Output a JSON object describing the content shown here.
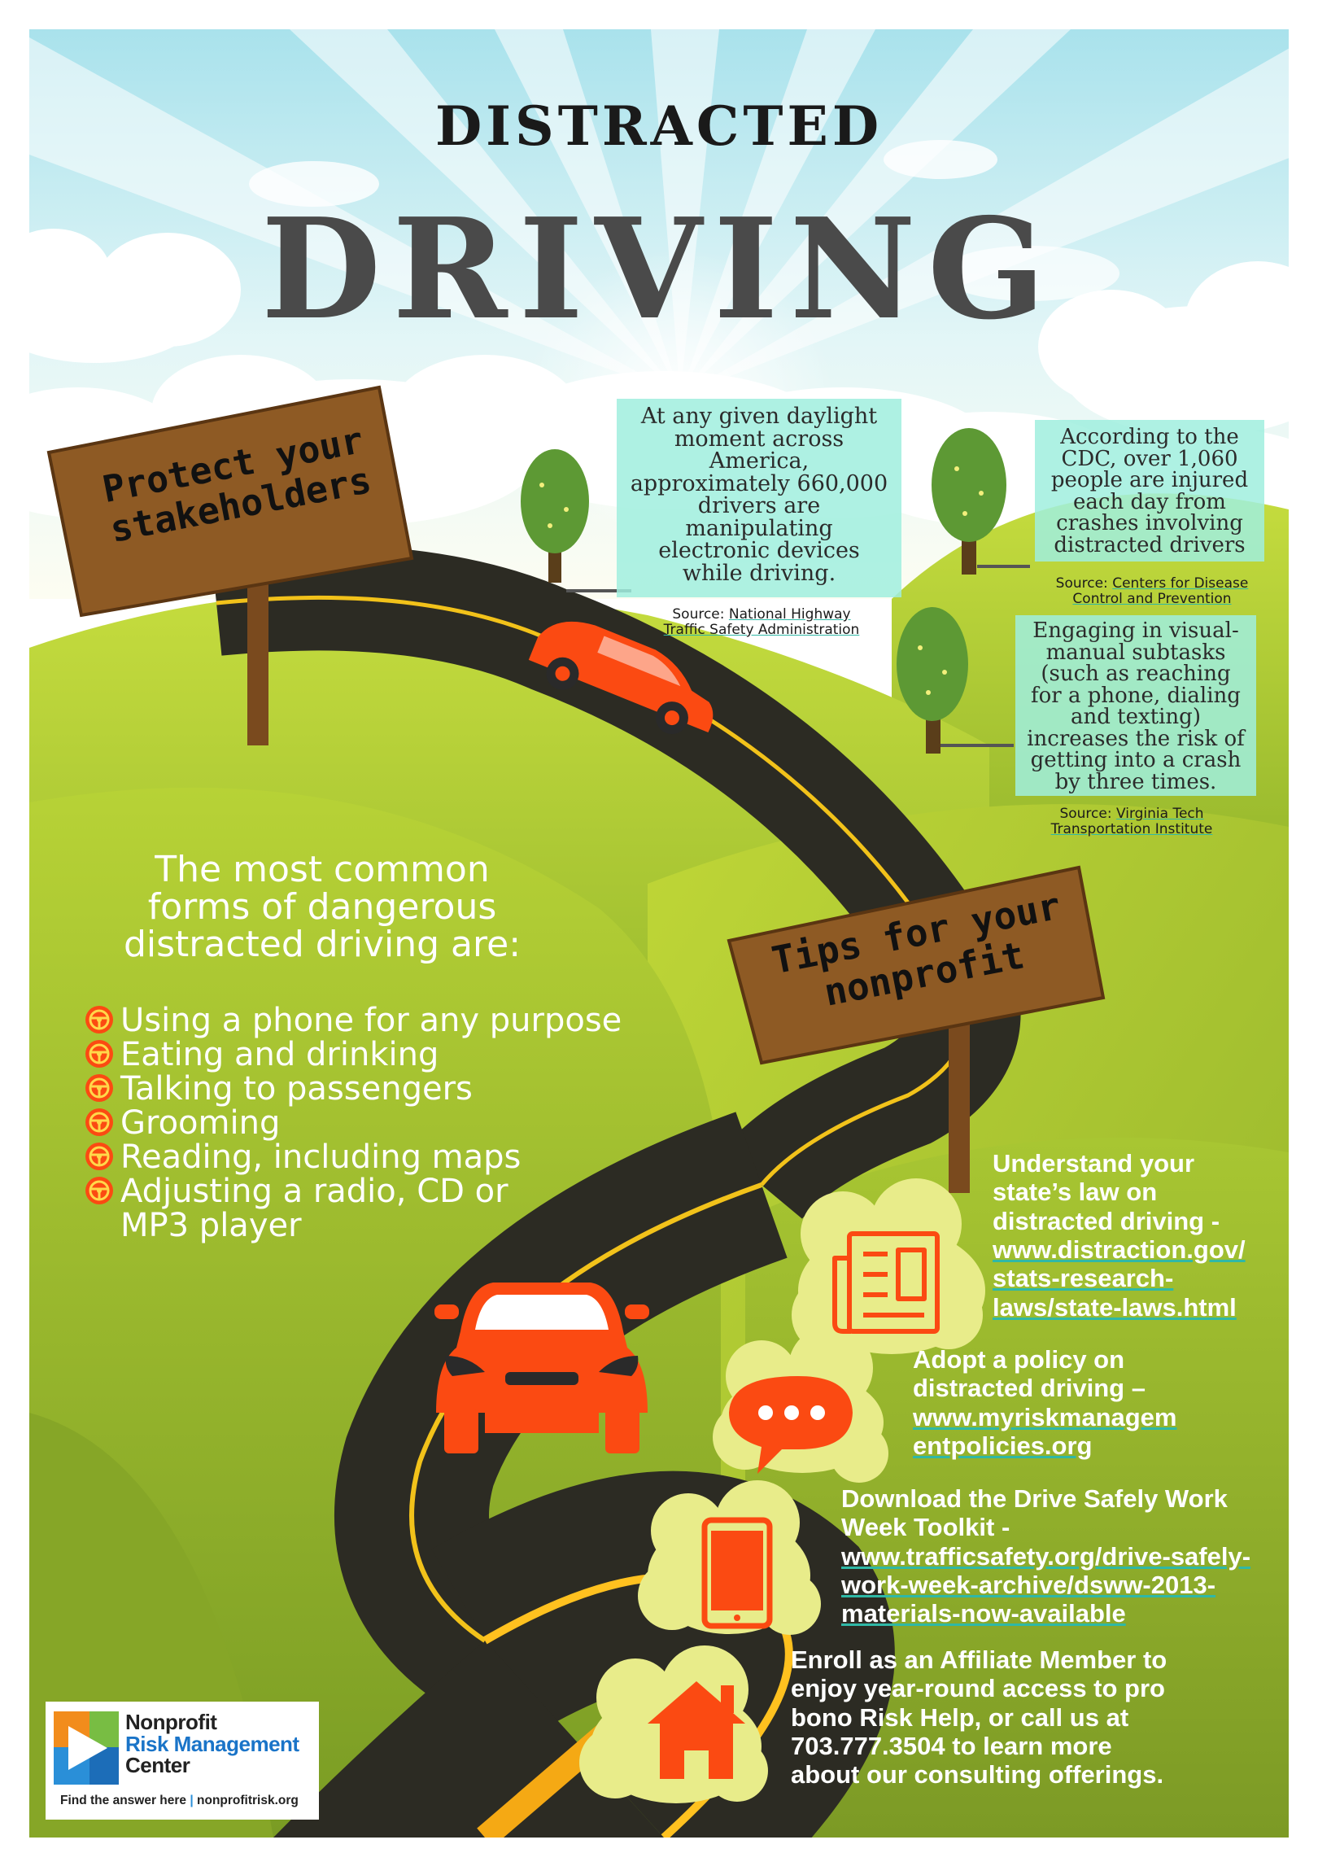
{
  "title": {
    "line1": "DISTRACTED",
    "line2": "DRIVING"
  },
  "signs": {
    "protect": {
      "line1": "Protect your",
      "line2": "stakeholders"
    },
    "tips": {
      "line1": "Tips for your",
      "line2": "nonprofit"
    }
  },
  "stats": [
    {
      "lines": [
        "At any given daylight",
        "moment across",
        "America,",
        "approximately 660,000",
        "drivers are",
        "manipulating",
        "electronic devices",
        "while driving."
      ],
      "source_label": "Source:",
      "source_lines": [
        "National Highway",
        "Traffic Safety Administration"
      ]
    },
    {
      "lines": [
        "According to the",
        "CDC, over 1,060",
        "people are injured",
        "each day from",
        "crashes involving",
        "distracted drivers"
      ],
      "source_label": "Source:",
      "source_lines": [
        "Centers for Disease",
        "Control and Prevention"
      ]
    },
    {
      "lines": [
        "Engaging in visual-",
        "manual subtasks",
        "(such as reaching",
        "for a phone, dialing",
        "and texting)",
        "increases the risk of",
        "getting into a crash",
        "by three times."
      ],
      "source_label": "Source:",
      "source_lines": [
        "Virginia Tech",
        "Transportation Institute"
      ]
    }
  ],
  "forms": {
    "heading": [
      "The most common",
      "forms of dangerous",
      "distracted driving are:"
    ],
    "items": [
      "Using a phone for any purpose",
      "Eating and drinking",
      "Talking to passengers",
      "Grooming",
      "Reading, including maps",
      "Adjusting a radio, CD or MP3 player"
    ]
  },
  "tips": [
    {
      "icon": "newspaper-icon",
      "lines": [
        "Understand your",
        "state’s law on",
        "distracted driving -"
      ],
      "link_lines": [
        "www.distraction.gov/",
        "stats-research-",
        "laws/state-laws.html"
      ]
    },
    {
      "icon": "chat-bubble-icon",
      "lines": [
        "Adopt a policy on",
        "distracted driving –"
      ],
      "link_lines": [
        "www.myriskmanagem",
        "entpolicies.org"
      ]
    },
    {
      "icon": "tablet-icon",
      "lines": [
        "Download the Drive Safely Work",
        "Week Toolkit -"
      ],
      "link_lines": [
        "www.trafficsafety.org/drive-safely-",
        "work-week-archive/dsww-2013-",
        "materials-now-available"
      ]
    },
    {
      "icon": "home-icon",
      "lines": [
        "Enroll as an Affiliate Member to",
        "enjoy year-round access to pro",
        "bono Risk Help, or call us at",
        "703.777.3504 to learn more",
        "about our consulting offerings."
      ],
      "link_lines": []
    }
  ],
  "logo": {
    "name_line1": "Nonprofit",
    "name_line2": "Risk Management",
    "name_line3": "Center",
    "tagline": "Find the answer here",
    "separator": "|",
    "url": "nonprofitrisk.org"
  },
  "colors": {
    "sky": "#b9e9ee",
    "grass": "#aacd2f",
    "road": "#2c2b23",
    "car": "#fb4a12",
    "sign": "#8e5a24",
    "stat_box": "#a0eede",
    "cloud_badge": "#e8ec8a",
    "accent_link": "#2fb8a6"
  }
}
